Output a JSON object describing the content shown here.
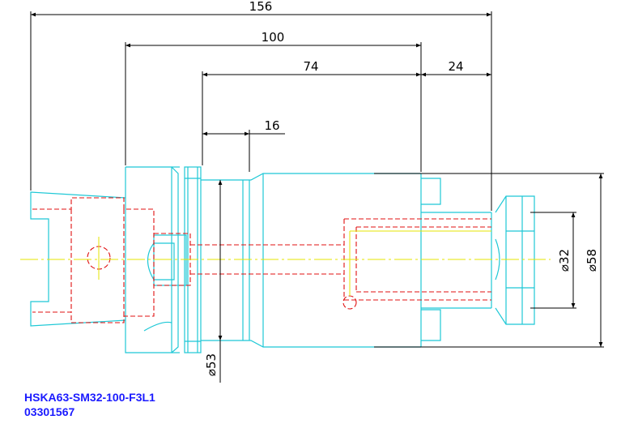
{
  "colors": {
    "outline": "#1ec8d6",
    "hidden": "#e01010",
    "centerline": "#e6e600",
    "dimension": "#000000",
    "caption": "#1a1aff"
  },
  "dimensions": {
    "overall_length": "156",
    "length_100": "100",
    "length_74": "74",
    "length_24": "24",
    "length_16": "16",
    "dia_53": "⌀53",
    "dia_32": "⌀32",
    "dia_58": "⌀58"
  },
  "caption": {
    "part_name": "HSKA63-SM32-100-F3L1",
    "part_number": "03301567"
  }
}
